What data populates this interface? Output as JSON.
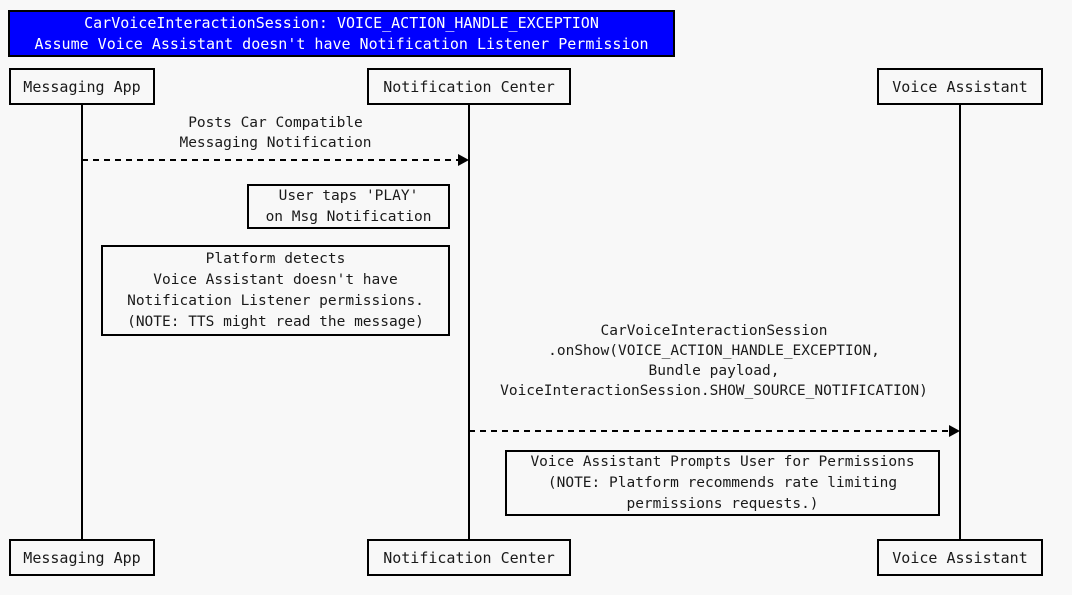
{
  "diagram": {
    "title_banner": {
      "line1": "CarVoiceInteractionSession: VOICE_ACTION_HANDLE_EXCEPTION",
      "line2": "Assume Voice Assistant doesn't have Notification Listener Permission",
      "background_color": "#0000FF",
      "text_color": "#FFFFFF"
    },
    "participants": [
      {
        "name": "Messaging App"
      },
      {
        "name": "Notification Center"
      },
      {
        "name": "Voice Assistant"
      }
    ],
    "messages": [
      {
        "from": "Messaging App",
        "to": "Notification Center",
        "style": "dashed",
        "label_line1": "Posts Car Compatible",
        "label_line2": "Messaging Notification"
      },
      {
        "from": "Notification Center",
        "to": "Voice Assistant",
        "style": "dashed",
        "label_line1": "CarVoiceInteractionSession",
        "label_line2": ".onShow(VOICE_ACTION_HANDLE_EXCEPTION,",
        "label_line3": "Bundle payload,",
        "label_line4": "VoiceInteractionSession.SHOW_SOURCE_NOTIFICATION)"
      }
    ],
    "notes": [
      {
        "id": "note-user-taps-play",
        "line1": "User taps 'PLAY'",
        "line2": "on Msg Notification"
      },
      {
        "id": "note-platform-detects",
        "line1": "Platform detects",
        "line2": "Voice Assistant doesn't have",
        "line3": "Notification Listener permissions.",
        "line4": "(NOTE: TTS might read the message)"
      },
      {
        "id": "note-prompts-user",
        "line1": "Voice Assistant Prompts User for Permissions",
        "line2": "(NOTE: Platform recommends rate limiting",
        "line3": "permissions requests.)"
      }
    ]
  }
}
